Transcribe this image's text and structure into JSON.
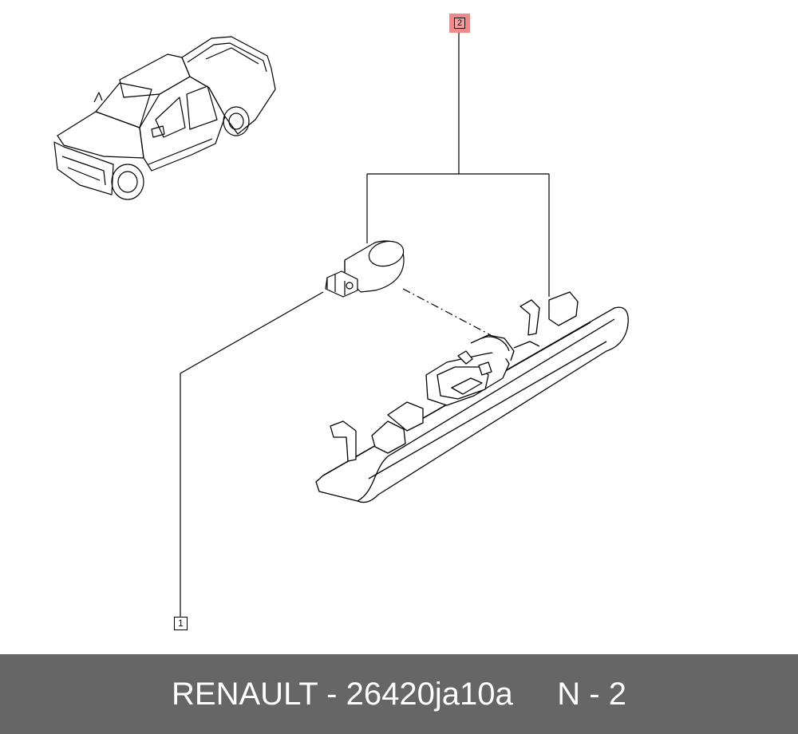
{
  "callouts": {
    "part1": "1",
    "part2": "2"
  },
  "footer": {
    "text": "RENAULT - 26420ja10a     N - 2"
  },
  "colors": {
    "footer_bg": "#666666",
    "footer_text": "#ffffff",
    "highlight": "#f08a8a",
    "line": "#000000"
  }
}
